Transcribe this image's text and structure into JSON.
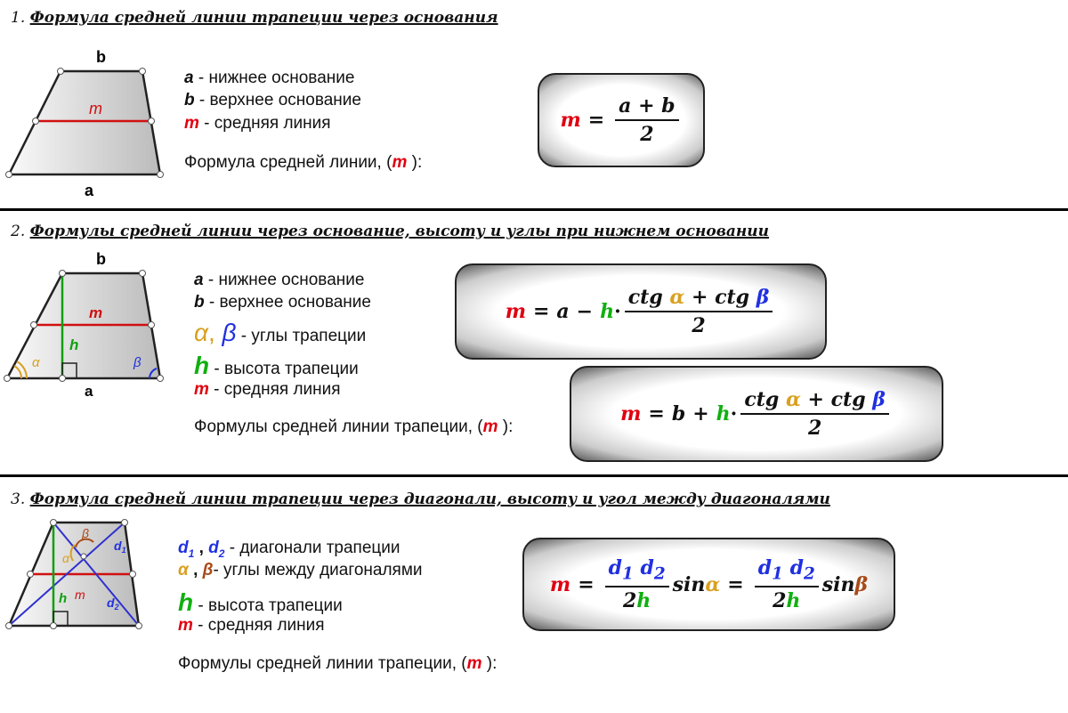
{
  "sections": [
    {
      "num": "1.",
      "title": "Формула средней линии трапеции через основания",
      "labels": {
        "a": "a",
        "b": "b",
        "m": "m"
      },
      "legend": [
        {
          "sym": "a",
          "text": " - нижнее основание"
        },
        {
          "sym": "b",
          "text": " - верхнее основание"
        },
        {
          "sym": "m",
          "text": " - средняя линия"
        }
      ],
      "caption_pre": "Формула средней линии, (",
      "caption_sym": "m",
      "caption_post": " ):",
      "formula": {
        "lhs": "m",
        "eq": "=",
        "num": "a + b",
        "den": "2"
      }
    },
    {
      "num": "2.",
      "title": "Формулы средней линии через основание, высоту и углы при нижнем основании",
      "labels": {
        "a": "a",
        "b": "b",
        "m": "m",
        "h": "h",
        "alpha": "α",
        "beta": "β"
      },
      "legend": [
        {
          "sym": "a",
          "text": " - нижнее основание"
        },
        {
          "sym": "b",
          "text": " - верхнее основание"
        },
        {
          "sym": "α",
          "sym2": "β",
          "sep": ", ",
          "text": " - углы трапеции"
        },
        {
          "sym": "h",
          "text": " - высота трапеции"
        },
        {
          "sym": "m",
          "text": " - средняя линия"
        }
      ],
      "caption_pre": "Формулы средней линии трапеции, (",
      "caption_sym": "m",
      "caption_post": " ):",
      "formula1": {
        "lhs": "m",
        "eq": "=",
        "base": "a",
        "op": "−",
        "h": "h",
        "dot": "·",
        "ctg1": "ctg ",
        "alpha": "α",
        "plus": " + ",
        "ctg2": "ctg ",
        "beta": "β",
        "den": "2"
      },
      "formula2": {
        "lhs": "m",
        "eq": "=",
        "base": "b",
        "op": "+",
        "h": "h",
        "dot": "·",
        "ctg1": "ctg ",
        "alpha": "α",
        "plus": " + ",
        "ctg2": "ctg ",
        "beta": "β",
        "den": "2"
      }
    },
    {
      "num": "3.",
      "title": "Формула средней линии трапеции через диагонали, высоту и угол между диагоналями",
      "labels": {
        "m": "m",
        "h": "h",
        "alpha": "α",
        "beta": "β",
        "d1": "d",
        "d1s": "1",
        "d2": "d",
        "d2s": "2"
      },
      "legend_d": {
        "d": "d",
        "s1": "1",
        "comma": " , ",
        "s2": "2",
        "text": " - диагонали трапеции"
      },
      "legend_ab": {
        "a": "α",
        "comma": " , ",
        "b": "β",
        "text": "- углы между диагоналями"
      },
      "legend": [
        {
          "sym": "h",
          "text": " - высота трапеции"
        },
        {
          "sym": "m",
          "text": " - средняя линия"
        }
      ],
      "caption_pre": "Формулы средней линии трапеции, (",
      "caption_sym": "m",
      "caption_post": " ):",
      "formula": {
        "lhs": "m",
        "eq": "=",
        "d": "d",
        "s1": "1",
        "s2": "2",
        "two": "2",
        "h": "h",
        "sin": "sin",
        "alpha": "α",
        "beta": "β"
      }
    }
  ]
}
